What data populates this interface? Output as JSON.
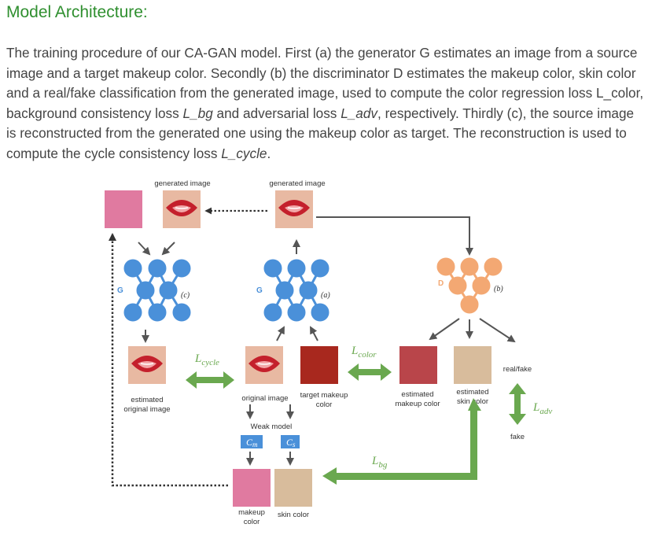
{
  "header": {
    "title": "Model Architecture:"
  },
  "description": {
    "part1": "The training procedure of our CA-GAN model. First (a) the generator G estimates an image from a source image and a target makeup color. Secondly (b) the discriminator D estimates the makeup color, skin color and a real/fake classification from the generated image, used to compute the color regression loss L_color, background consistency loss ",
    "bg_loss": "L_bg",
    "part2": " and adversarial loss ",
    "adv_loss": "L_adv",
    "part3": ", respectively. Thirdly (c), the source image is reconstructed from the generated one using the makeup color as target. The reconstruction is used to compute the cycle consistency loss ",
    "cycle_loss": "L_cycle",
    "part4": "."
  },
  "diagram": {
    "generated_image_left": "generated image",
    "generated_image_mid": "generated image",
    "g_left": "G",
    "tag_c": "(c)",
    "g_mid": "G",
    "tag_a": "(a)",
    "d_label": "D",
    "tag_b": "(b)",
    "loss_cycle_main": "L",
    "loss_cycle_sub": "cycle",
    "loss_color_main": "L",
    "loss_color_sub": "color",
    "loss_adv_main": "L",
    "loss_adv_sub": "adv",
    "loss_bg_main": "L",
    "loss_bg_sub": "bg",
    "estimated_original_line1": "estimated",
    "estimated_original_line2": "original image",
    "original_image": "original image",
    "target_makeup_line1": "target makeup",
    "target_makeup_line2": "color",
    "estimated_makeup_line1": "estimated",
    "estimated_makeup_line2": "makeup color",
    "estimated_skin_line1": "estimated",
    "estimated_skin_line2": "skin color",
    "real_fake": "real/fake",
    "fake": "fake",
    "weak_model": "Weak model",
    "cm_main": "C",
    "cm_sub": "m",
    "cs_main": "C",
    "cs_sub": "s",
    "makeup_color_line1": "makeup",
    "makeup_color_line2": "color",
    "skin_color": "skin color"
  },
  "colors": {
    "title_green": "#2f8f2f",
    "pink": "#e07aa0",
    "target_red": "#a8281e",
    "est_makeup": "#b9454a",
    "skin": "#d8bc9c",
    "node_blue": "#4a90d9",
    "node_orange": "#f3a873",
    "arrow_green": "#6aa84f",
    "gray": "#555555"
  }
}
